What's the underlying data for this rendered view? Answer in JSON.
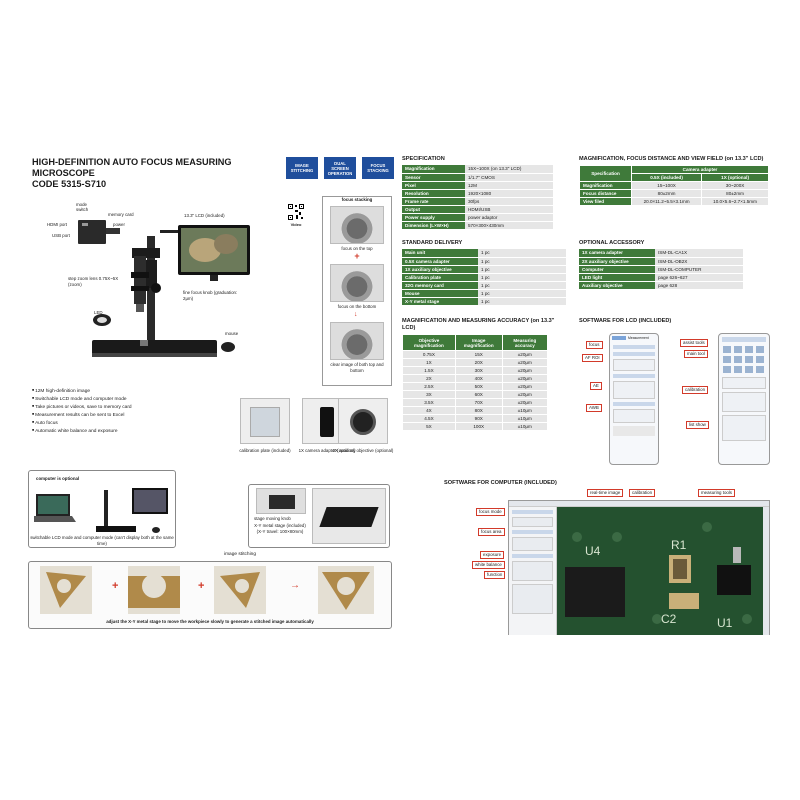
{
  "header": {
    "title_line1": "HIGH-DEFINITION AUTO FOCUS MEASURING MICROSCOPE",
    "title_line2": "CODE 5315-S710",
    "badges": [
      "IMAGE STITCHING",
      "DUAL SCREEN OPERATION",
      "FOCUS STACKING"
    ],
    "qr_label": "Video"
  },
  "product_labels": {
    "mode_switch": "mode switch",
    "memory_card": "memory card",
    "hdmi_port": "HDMI port",
    "power": "power",
    "usb_port": "USB port",
    "lcd": "13.3\" LCD (included)",
    "zoom_lens": "step zoom lens 0.75X~5X (zoom)",
    "fine_focus": "fine focus knob (graduation: 2μm)",
    "led": "LED",
    "mouse": "mouse"
  },
  "focus_stacking": {
    "heading": "focus stacking",
    "cap_top": "focus on the top",
    "cap_bottom": "focus on the bottom",
    "cap_clear": "clear image of both top and bottom",
    "plus": "+"
  },
  "features": [
    "12M high-definition image",
    "Switchable LCD mode and computer mode",
    "Take pictures or videos, save to memory card",
    "Measurement results can be sent to Excel",
    "Auto focus",
    "Automatic white balance and exposure"
  ],
  "accessories": {
    "calibration": "calibration plate (included)",
    "camera_adapter": "1X camera adapter (optional)",
    "aux_objective": "2X auxiliary objective (optional)"
  },
  "computer_box": {
    "title": "computer is optional",
    "caption": "switchable LCD mode and computer mode (can't display both at the same time)"
  },
  "stage_box": {
    "knob": "stage moving knob",
    "caption": "X-Y metal stage (included) (X-Y travel: 100×80mm)"
  },
  "stitching": {
    "heading": "image stitching",
    "caption": "adjust the X-Y metal stage to move the workpiece slowly to generate a stitched image automatically",
    "plus": "+",
    "arrow": "→"
  },
  "specification": {
    "heading": "SPECIFICATION",
    "rows": [
      [
        "Magnification",
        "15X~100X (on 13.3\" LCD)"
      ],
      [
        "Sensor",
        "1/1.7\" CMOS"
      ],
      [
        "Pixel",
        "12M"
      ],
      [
        "Resolution",
        "1920×1080"
      ],
      [
        "Frame rate",
        "30fps"
      ],
      [
        "Output",
        "HDMI/USB"
      ],
      [
        "Power supply",
        "power adaptor"
      ],
      [
        "Dimension (L×W×H)",
        "570×300×430mm"
      ]
    ]
  },
  "standard_delivery": {
    "heading": "STANDARD DELIVERY",
    "rows": [
      [
        "Main unit",
        "1 pc"
      ],
      [
        "0.5X camera adapter",
        "1 pc"
      ],
      [
        "1X auxiliary objective",
        "1 pc"
      ],
      [
        "Calibration plate",
        "1 pc"
      ],
      [
        "32G memory card",
        "1 pc"
      ],
      [
        "Mouse",
        "1 pc"
      ],
      [
        "X-Y metal stage",
        "1 pc"
      ]
    ]
  },
  "accuracy": {
    "heading": "MAGNIFICATION AND MEASURING ACCURACY (on 13.3\" LCD)",
    "headers": [
      "Objective magnification",
      "Image magnification",
      "Measuring accuracy"
    ],
    "rows": [
      [
        "0.75X",
        "15X",
        "±20μm"
      ],
      [
        "1X",
        "20X",
        "±20μm"
      ],
      [
        "1.5X",
        "30X",
        "±20μm"
      ],
      [
        "2X",
        "40X",
        "±20μm"
      ],
      [
        "2.5X",
        "50X",
        "±20μm"
      ],
      [
        "3X",
        "60X",
        "±20μm"
      ],
      [
        "3.5X",
        "70X",
        "±20μm"
      ],
      [
        "4X",
        "80X",
        "±10μm"
      ],
      [
        "4.5X",
        "90X",
        "±10μm"
      ],
      [
        "5X",
        "100X",
        "±10μm"
      ]
    ]
  },
  "mag_table": {
    "heading": "MAGNIFICATION, FOCUS DISTANCE AND VIEW FIELD (on 13.3\" LCD)",
    "spec_label": "Specification",
    "camera_adapter": "Camera adapter",
    "col1": "0.5X (included)",
    "col2": "1X (optional)",
    "rows": [
      [
        "Magnification",
        "15~100X",
        "30~200X"
      ],
      [
        "Focus distance",
        "80±2mm",
        "80±2mm"
      ],
      [
        "View filed",
        "20.0×11.2~5.5×3.1mm",
        "10.0×5.6~2.7×1.5mm"
      ]
    ]
  },
  "optional_accessory": {
    "heading": "OPTIONAL ACCESSORY",
    "rows": [
      [
        "1X camera adapter",
        "ISM-DL-CA1X"
      ],
      [
        "2X auxiliary objective",
        "ISM-DL-OB2X"
      ],
      [
        "Computer",
        "ISM-DL-COMPUTER"
      ],
      [
        "LED light",
        "page 626~627"
      ],
      [
        "Auxiliary objective",
        "page 628"
      ]
    ]
  },
  "software_lcd": {
    "heading": "SOFTWARE FOR LCD (INCLUDED)",
    "focus": "focus",
    "af_roi": "AF ROI",
    "ae": "AE",
    "awb": "AWB",
    "assist_tools": "assist tools",
    "main_tool": "main tool",
    "calibration": "calibration",
    "list_show": "list show",
    "measurement_tab": "Measurement"
  },
  "software_pc": {
    "heading": "SOFTWARE FOR COMPUTER (INCLUDED)",
    "real_time": "real-time image",
    "calibration": "calibration",
    "measuring_tools": "measuring tools",
    "focus_mode": "focus mode",
    "focus_area": "focus area",
    "exposure": "exposure",
    "white_balance": "white balance",
    "function": "function",
    "pcb_labels": [
      "U4",
      "R1",
      "C2",
      "U1"
    ]
  }
}
